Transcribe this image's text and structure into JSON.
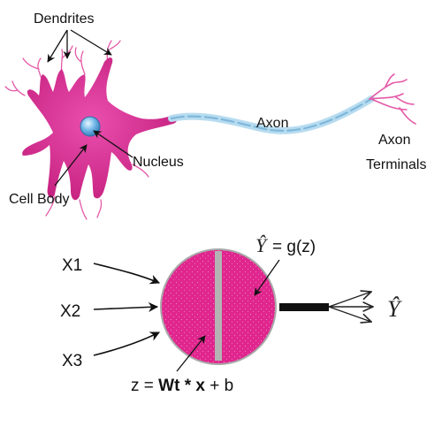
{
  "neuron": {
    "dendrites_label": "Dendrites",
    "axon_label": "Axon",
    "axon_terminals_line1": "Axon",
    "axon_terminals_line2": "Terminals",
    "nucleus_label": "Nucleus",
    "cell_body_label": "Cell Body"
  },
  "perceptron": {
    "inputs": [
      "X1",
      "X2",
      "X3"
    ],
    "activation_symbol": "Ŷ",
    "activation_rest": "= g(z)",
    "output_symbol": "Ŷ",
    "formula_prefix": "z = ",
    "formula_w": "Wt",
    "formula_op": " * ",
    "formula_x": "x",
    "formula_suffix": " + b"
  },
  "colors": {
    "neuron_body": "#e0339a",
    "neuron_dark": "#b01e74",
    "axon": "#8fc6e6",
    "nucleus": "#6fb6e8",
    "circle_fill": "#e0268e",
    "circle_stroke": "#a9a9a9",
    "divider": "#b4b4b4"
  }
}
